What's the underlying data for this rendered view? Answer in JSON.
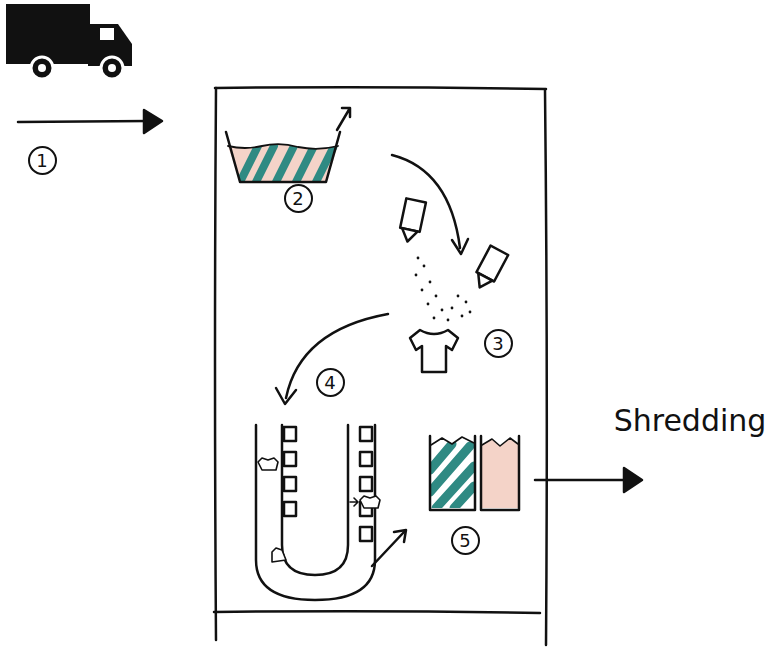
{
  "diagram": {
    "labels": [
      "1",
      "2",
      "3",
      "4",
      "5",
      "Shredding"
    ]
  }
}
